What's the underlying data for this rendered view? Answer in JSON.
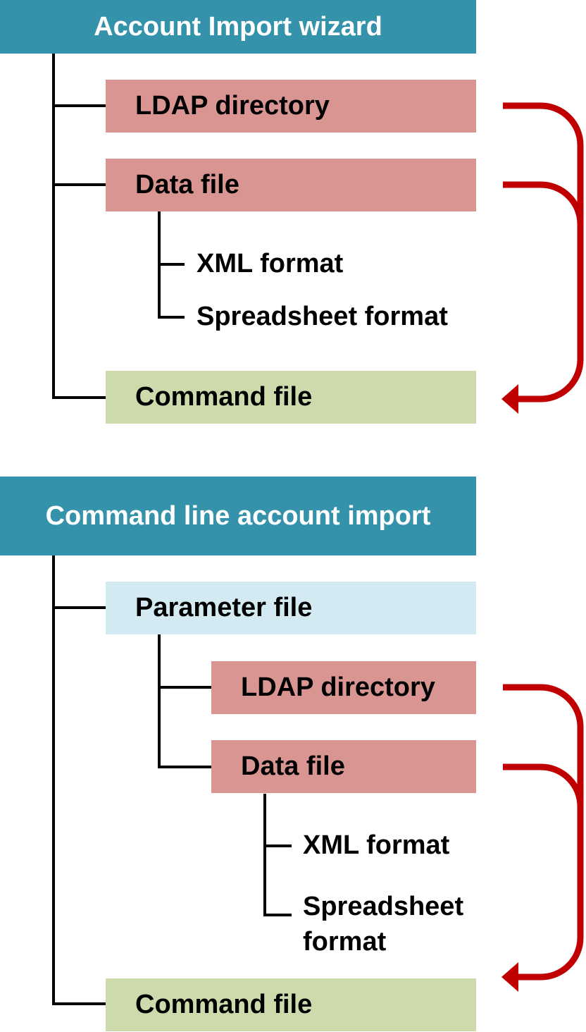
{
  "colors": {
    "header": "#3592ab",
    "source_box": "#d99592",
    "command_box": "#cddaac",
    "parameter_box": "#d4eaf2",
    "arrow": "#c00000",
    "connector": "#000000"
  },
  "wizard": {
    "title": "Account Import wizard",
    "ldap": "LDAP directory",
    "data_file": "Data file",
    "xml_format": "XML format",
    "spreadsheet_format": "Spreadsheet format",
    "command_file": "Command file"
  },
  "command_line": {
    "title": "Command line account import",
    "parameter_file": "Parameter file",
    "ldap": "LDAP directory",
    "data_file": "Data file",
    "xml_format": "XML format",
    "spreadsheet_format_line1": "Spreadsheet",
    "spreadsheet_format_line2": "format",
    "command_file": "Command file"
  }
}
